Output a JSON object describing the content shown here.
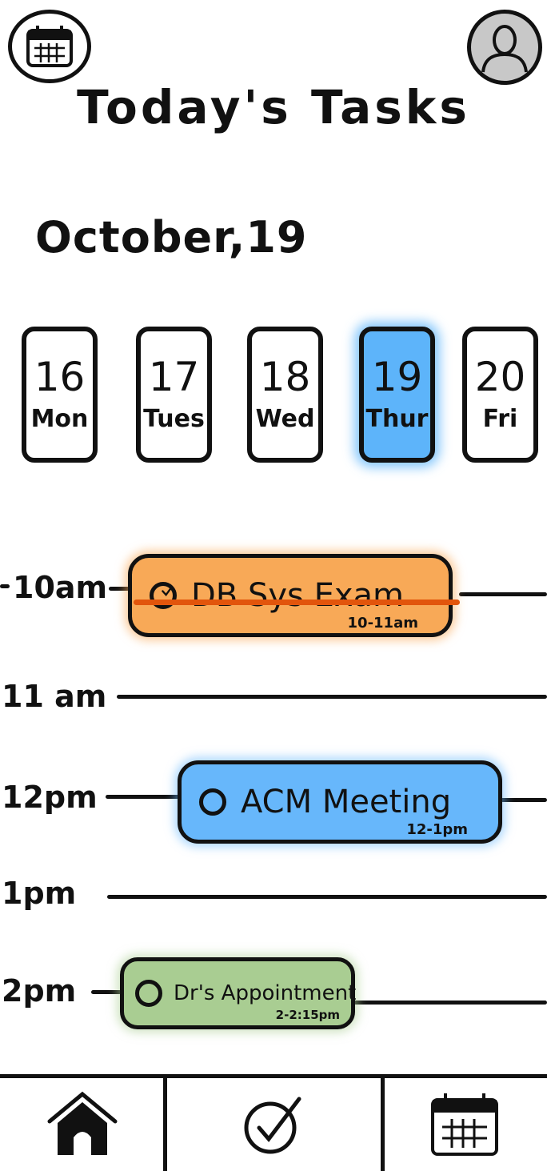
{
  "header": {
    "title": "Today's Tasks",
    "calendar_icon": "calendar-icon",
    "profile_icon": "user-avatar-icon"
  },
  "date_label": "October,19",
  "days": [
    {
      "num": "16",
      "name": "Mon",
      "selected": false
    },
    {
      "num": "17",
      "name": "Tues",
      "selected": false
    },
    {
      "num": "18",
      "name": "Wed",
      "selected": false
    },
    {
      "num": "19",
      "name": "Thur",
      "selected": true
    },
    {
      "num": "20",
      "name": "Fri",
      "selected": false
    }
  ],
  "timeline": {
    "hours": [
      "10am",
      "11 am",
      "12pm",
      "1pm",
      "2pm"
    ]
  },
  "tasks": [
    {
      "name": "DB Sys Exam",
      "time": "10-11am",
      "completed": true,
      "color": "#f8a957"
    },
    {
      "name": "ACM Meeting",
      "time": "12-1pm",
      "completed": false,
      "color": "#67b7fb"
    },
    {
      "name": "Dr's Appointment",
      "time": "2-2:15pm",
      "completed": false,
      "color": "#a9cd92"
    }
  ],
  "bottom_nav": {
    "items": [
      "home-icon",
      "check-icon",
      "calendar-icon"
    ],
    "active": "home-icon"
  },
  "colors": {
    "selected_day": "#5db4fa",
    "strike": "#e2550c"
  }
}
